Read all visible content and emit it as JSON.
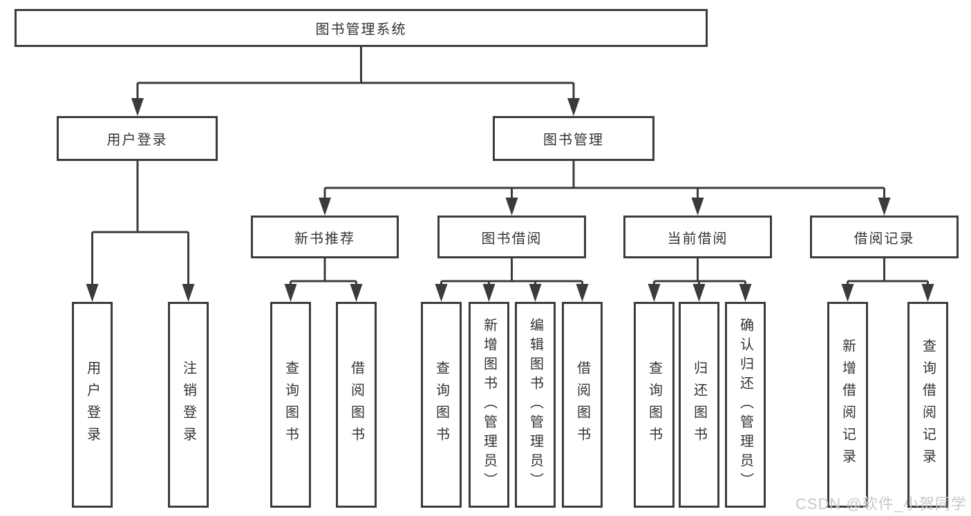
{
  "diagram": {
    "root": {
      "label": "图书管理系统"
    },
    "level2": [
      {
        "label": "用户登录"
      },
      {
        "label": "图书管理"
      }
    ],
    "level3": [
      {
        "label": "新书推荐"
      },
      {
        "label": "图书借阅"
      },
      {
        "label": "当前借阅"
      },
      {
        "label": "借阅记录"
      }
    ],
    "leaves": {
      "user_login": [
        "用户登录",
        "注销登录"
      ],
      "new_book": [
        "查询图书",
        "借阅图书"
      ],
      "book_borrow": [
        "查询图书",
        "新增图书（管理员）",
        "编辑图书（管理员）",
        "借阅图书"
      ],
      "current_borrow": [
        "查询图书",
        "归还图书",
        "确认归还（管理员）"
      ],
      "borrow_records": [
        "新增借阅记录",
        "查询借阅记录"
      ]
    }
  },
  "watermark": {
    "text": "CSDN @软件_小贺同学"
  },
  "colors": {
    "line": "#3b3b3b",
    "text": "#333333",
    "watermark": "#c8c8c8",
    "background": "#ffffff"
  }
}
